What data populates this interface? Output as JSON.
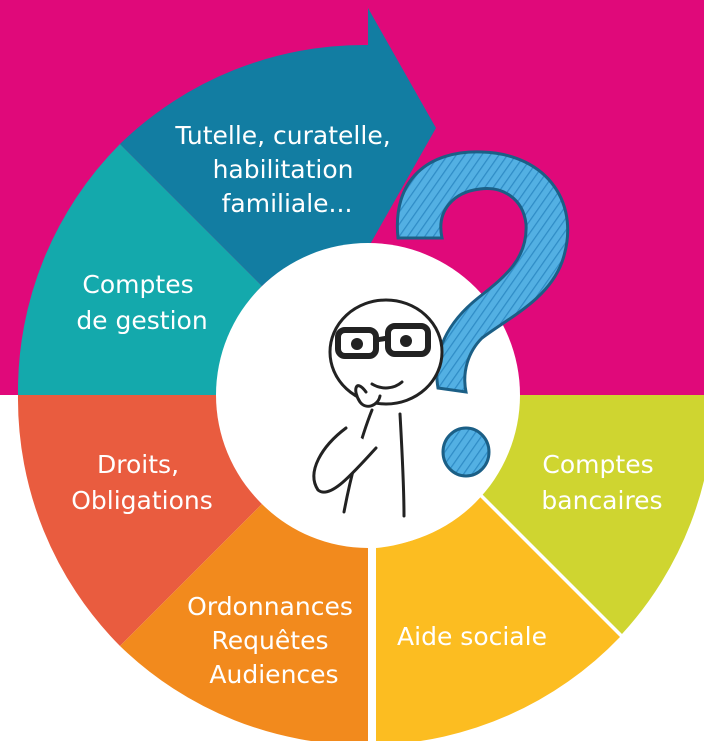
{
  "colors": {
    "background_top": "#e0097a",
    "background_bottom": "#ffffff",
    "hub": "#ffffff",
    "question_mark": "#3f9fd6",
    "question_mark_outline": "#1b5f86",
    "figure_outline": "#222222"
  },
  "segments": [
    {
      "id": "tutelle",
      "color": "#127da2",
      "lines": [
        "Tutelle, curatelle,",
        "habilitation",
        "familiale..."
      ]
    },
    {
      "id": "comptes-gestion",
      "color": "#14a9ac",
      "lines": [
        "Comptes",
        "de gestion"
      ]
    },
    {
      "id": "droits",
      "color": "#e95c3f",
      "lines": [
        "Droits,",
        "Obligations"
      ]
    },
    {
      "id": "ordonnances",
      "color": "#f28a1d",
      "lines": [
        "Ordonnances",
        "Requêtes",
        "Audiences"
      ]
    },
    {
      "id": "aide-sociale",
      "color": "#fcbd21",
      "lines": [
        "Aide sociale"
      ]
    },
    {
      "id": "comptes-bancaires",
      "color": "#cfd530",
      "lines": [
        "Comptes",
        "bancaires"
      ]
    }
  ],
  "illustration": {
    "icon": "thinking-person-with-question-mark-icon"
  }
}
